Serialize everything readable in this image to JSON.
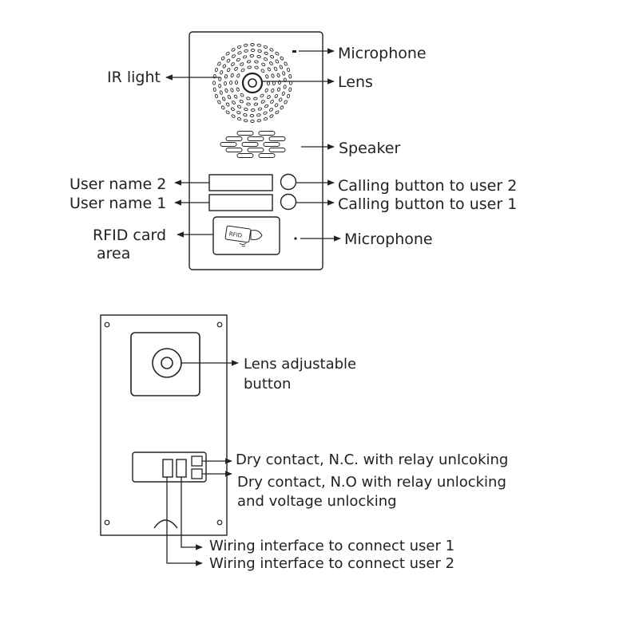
{
  "front_panel": {
    "labels": {
      "microphone_top": "Microphone",
      "ir_light": "IR light",
      "lens": "Lens",
      "speaker": "Speaker",
      "user_name_2": "User name 2",
      "calling_button_2": "Calling button to user 2",
      "user_name_1": "User name 1",
      "calling_button_1": "Calling button to user 1",
      "rfid_line1": "RFID card",
      "rfid_line2": "area",
      "microphone_bottom": "Microphone",
      "rfid_card_text": "RFID"
    }
  },
  "back_panel": {
    "labels": {
      "lens_adjustable_line1": "Lens adjustable",
      "lens_adjustable_line2": "button",
      "dry_contact_nc": "Dry contact, N.C. with relay unIcoking",
      "dry_contact_no_line1": "Dry contact, N.O with relay unlocking",
      "dry_contact_no_line2": "and voltage unlocking",
      "wiring_user1": "Wiring interface to connect user 1",
      "wiring_user2": "Wiring interface to connect user 2"
    }
  },
  "colors": {
    "outline": "#222222",
    "background": "#ffffff"
  }
}
